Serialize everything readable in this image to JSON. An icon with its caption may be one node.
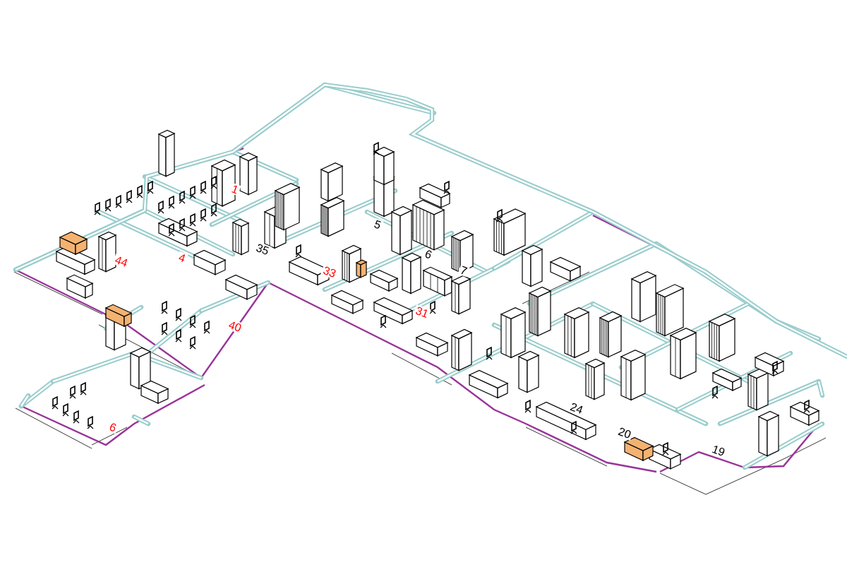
{
  "diagram": {
    "labels": [
      "1",
      "5",
      "35",
      "6",
      "4",
      "44",
      "7",
      "33",
      "31",
      "40",
      "24",
      "6",
      "20",
      "19"
    ]
  }
}
